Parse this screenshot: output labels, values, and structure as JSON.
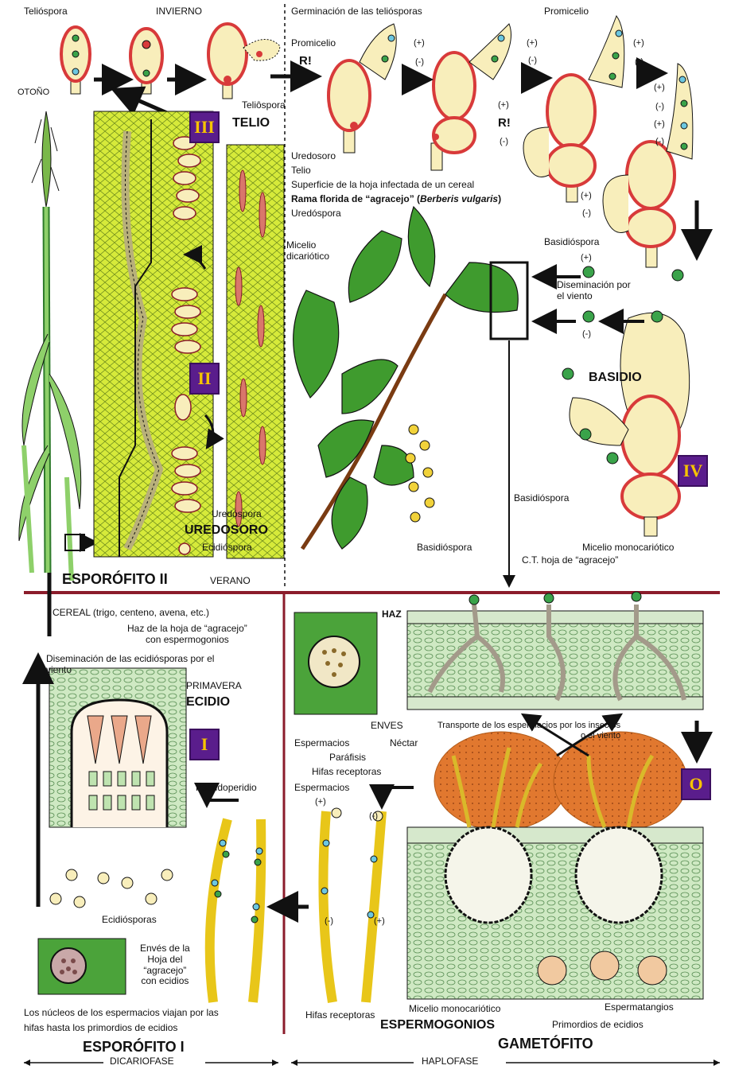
{
  "stages": {
    "s3": "III",
    "s2": "II",
    "s4": "IV",
    "s1": "I",
    "s0": "O"
  },
  "labels": {
    "teliospora1": "Telióspora",
    "invierno": "INVIERNO",
    "otono": "OTOÑO",
    "germinacion": "Germinación de las teliósporas",
    "promicelio1": "Promicelio",
    "promicelio2": "Promicelio",
    "r1": "R!",
    "r2": "R!",
    "teliospora2": "Teliôspora",
    "telio_title": "TELIO",
    "uredosoro_small": "Uredosoro",
    "telio_small": "Telio",
    "superficie": "Superficie de la hoja infectada de un cereal",
    "rama_pre": "Rama florida de “agracejo” (",
    "rama_italic": "Berberis vulgaris",
    "rama_post": ")",
    "uredospora1": "Uredóspora",
    "micelio_dicariotico": "Micelio\ndicariótico",
    "basidiospora1": "Basidióspora",
    "diseminacion_viento": "Diseminación por\nel viento",
    "basidio": "BASIDIO",
    "basidiospora2": "Basidióspora",
    "uredospora2": "Uredóspora",
    "uredosoro_title": "UREDOSORO",
    "ecidiospora": "Ecidióspora",
    "basidiospora3": "Basidióspora",
    "micelio_mono1": "Micelio monocariótico",
    "ct_hoja": "C.T. hoja de “agracejo”",
    "esporofito2": "ESPORÓFITO II",
    "verano": "VERANO",
    "cereal": "CEREAL (trigo, centeno, avena, etc.)",
    "haz_hoja": "Haz de la hoja de “agracejo”\ncon espermogonios",
    "haz": "HAZ",
    "diseminacion_ecidio": "Diseminación de las ecidiósporas por el\nviento",
    "primavera": "PRIMAVERA",
    "ecidio": "ECIDIO",
    "enves": "ENVES",
    "transporte": "Transporte de los espermacios por los insectos\no el viento",
    "espermacios1": "Espermacios",
    "nectar": "Néctar",
    "parafisis": "Paráfisis",
    "hifas_receptoras1": "Hifas receptoras",
    "espermacios2": "Espermacios",
    "pseudoperidio": "Pseudoperidio",
    "ecidiosporas": "Ecidiósporas",
    "enves_hoja": "Envés de la\nHoja del\n“agracejo”\ncon ecidios",
    "nucleos": "Los núcleos de los espermacios viajan por las\nhifas hasta los primordios de ecidios",
    "hifas_receptoras2": "Hifas receptoras",
    "micelio_mono2": "Micelio monocariótico",
    "espermatangios": "Espermatangios",
    "espermogonios": "ESPERMOGONIOS",
    "primordios": "Primordios de ecidios",
    "gametofito": "GAMETÓFITO",
    "esporofito1": "ESPORÓFITO I",
    "dicariofase": "DICARIOFASE",
    "haplofase": "HAPLOFASE"
  },
  "signs": {
    "plus": "(+)",
    "minus": "(-)"
  },
  "colors": {
    "spore_wall": "#d83a3a",
    "spore_fill": "#f8eebb",
    "leaf": "#2f8f2a",
    "tissue": "#bfe3b0",
    "hypha": "#f2d22a",
    "nectar": "#e1782f",
    "divider": "#8b1c2b",
    "stage_box": "#5a1d8c"
  }
}
